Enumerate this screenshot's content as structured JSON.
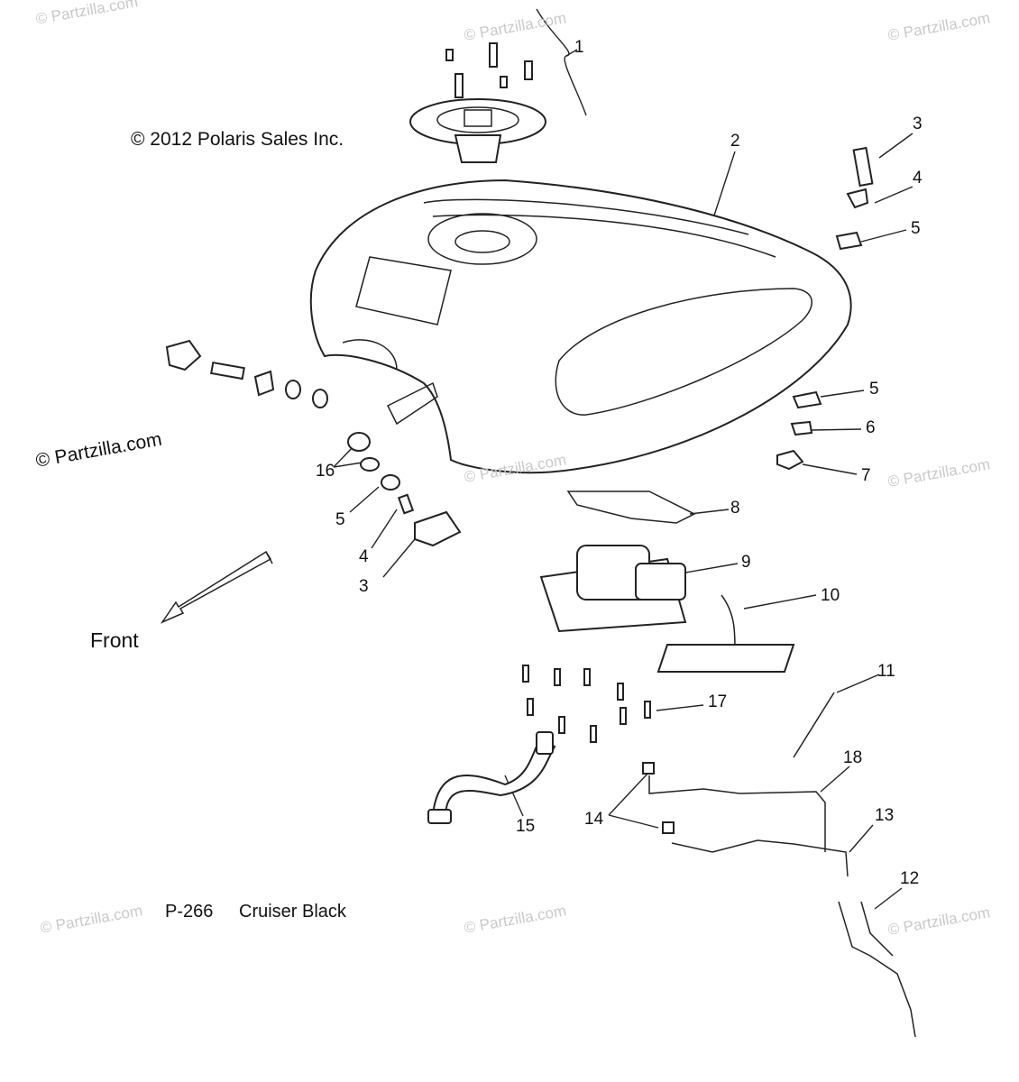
{
  "copyright": "© 2012 Polaris Sales Inc.",
  "watermark_partzilla": "© Partzilla.com",
  "front_label": "Front",
  "page_code": "P-266",
  "model_variant": "Cruiser Black",
  "callouts": [
    "1",
    "2",
    "3",
    "4",
    "5",
    "5",
    "6",
    "7",
    "8",
    "9",
    "10",
    "17",
    "11",
    "18",
    "14",
    "13",
    "15",
    "12",
    "16",
    "5",
    "4",
    "3"
  ]
}
